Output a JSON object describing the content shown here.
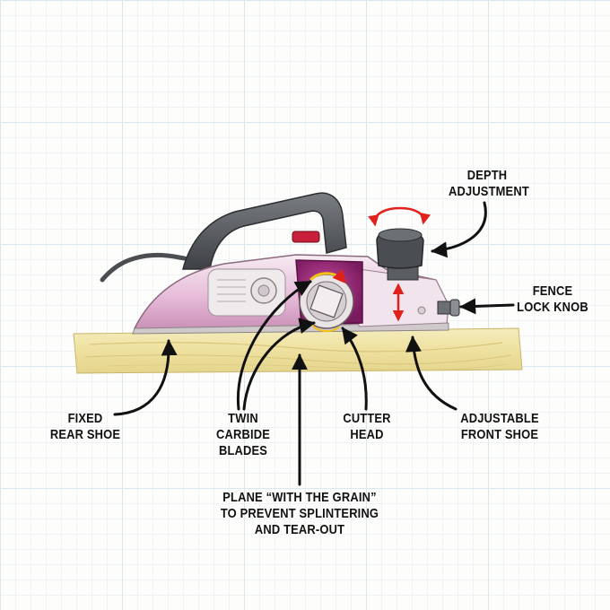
{
  "labels": {
    "depth_adjustment": [
      "DEPTH",
      "ADJUSTMENT"
    ],
    "fence_lock_knob": [
      "FENCE",
      "LOCK KNOB"
    ],
    "fixed_rear_shoe": [
      "FIXED",
      "REAR SHOE"
    ],
    "twin_carbide_blades": [
      "TWIN",
      "CARBIDE",
      "BLADES"
    ],
    "cutter_head": [
      "CUTTER",
      "HEAD"
    ],
    "adjustable_front_shoe": [
      "ADJUSTABLE",
      "FRONT SHOE"
    ],
    "grain_note": [
      "PLANE “WITH THE GRAIN”",
      "TO PREVENT SPLINTERING",
      "AND TEAR-OUT"
    ]
  },
  "colors": {
    "body_pink": "#e8b7d8",
    "cutter_magenta": "#9c2a7a",
    "handle_gray": "#55585c",
    "wood": "#efe4a8",
    "arrow_red": "#e0211c",
    "line_black": "#111111"
  },
  "icons": {
    "rotation_arrow": "circular-red-arrow",
    "depth_arrow": "vertical-red-double-arrow"
  }
}
